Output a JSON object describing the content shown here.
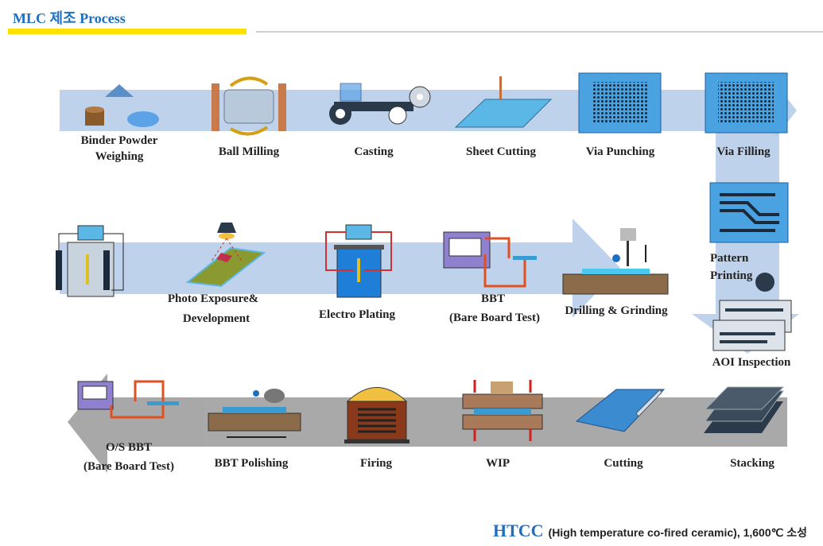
{
  "title": "MLC 제조 Process",
  "steps": {
    "weighing_1": "Binder Powder",
    "weighing_2": "Weighing",
    "ball_milling": "Ball Milling",
    "casting": "Casting",
    "sheet_cutting": "Sheet Cutting",
    "via_punching": "Via Punching",
    "via_filling": "Via Filling",
    "pattern_printing_1": "Pattern",
    "pattern_printing_2": "Printing",
    "aoi_inspection": "AOI Inspection",
    "drilling_grinding": "Drilling & Grinding",
    "bbt_1": "BBT",
    "bbt_2": "(Bare Board Test)",
    "electro_plating": "Electro Plating",
    "photo_1": "Photo Exposure&",
    "photo_2": "Development",
    "os_bbt_1": "O/S BBT",
    "os_bbt_2": "(Bare Board Test)",
    "bbt_polishing": "BBT Polishing",
    "firing": "Firing",
    "wip": "WIP",
    "cutting": "Cutting",
    "stacking": "Stacking"
  },
  "footer": {
    "acronym": "HTCC",
    "description": "(High temperature co-fired ceramic), 1,600℃ 소성"
  },
  "colors": {
    "flow_blue": "#a9c3e6",
    "flow_grey": "#9a9a9a",
    "title_blue": "#1f6fc0",
    "accent_yellow": "#ffe100"
  }
}
